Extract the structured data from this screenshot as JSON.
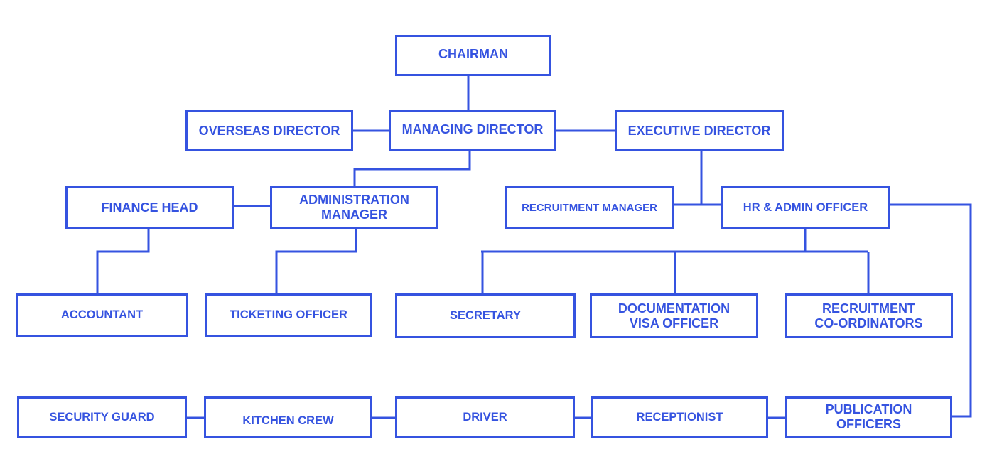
{
  "colors": {
    "line": "#3553e0",
    "text": "#3553e0",
    "background": "#ffffff"
  },
  "nodes": {
    "chairman": "CHAIRMAN",
    "overseas_director": "OVERSEAS DIRECTOR",
    "managing_director": "MANAGING DIRECTOR",
    "executive_director": "EXECUTIVE DIRECTOR",
    "finance_head": "FINANCE HEAD",
    "administration_manager": "ADMINISTRATION\nMANAGER",
    "recruitment_manager": "RECRUITMENT MANAGER",
    "hr_admin_officer": "HR & ADMIN OFFICER",
    "accountant": "ACCOUNTANT",
    "ticketing_officer": "TICKETING OFFICER",
    "secretary": "SECRETARY",
    "documentation_visa_officer": "DOCUMENTATION\nVISA OFFICER",
    "recruitment_coordinators": "RECRUITMENT\nCO-ORDINATORS",
    "security_guard": "SECURITY GUARD",
    "kitchen_crew": "KITCHEN CREW",
    "driver": "DRIVER",
    "receptionist": "RECEPTIONIST",
    "publication_officers": "PUBLICATION\nOFFICERS"
  }
}
